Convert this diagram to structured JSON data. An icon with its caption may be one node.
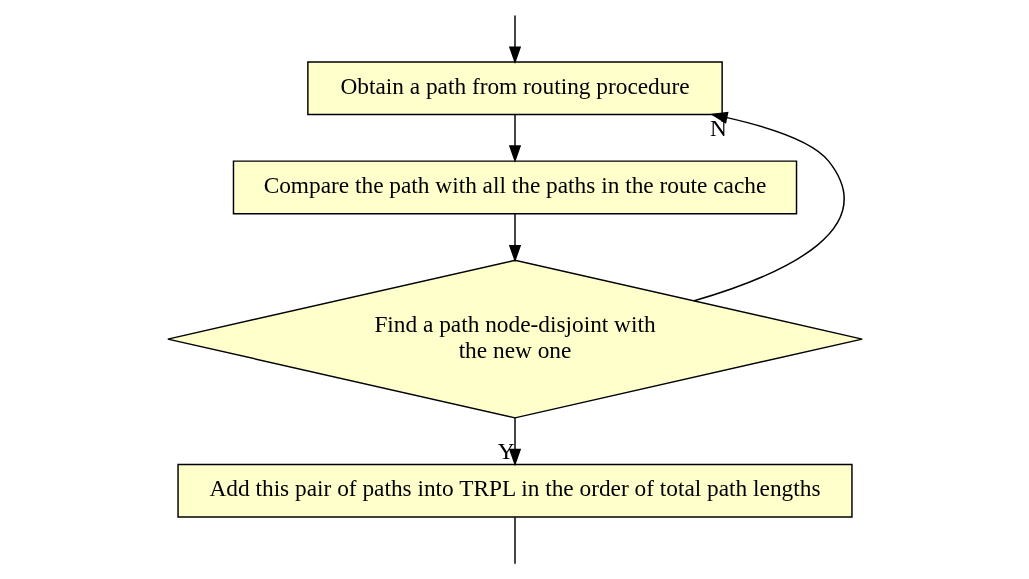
{
  "diagram": {
    "nodes": [
      {
        "text": [
          "Obtain a path from routing procedure"
        ]
      },
      {
        "text": [
          "Compare the path with all the paths in the route cache"
        ]
      },
      {
        "text": [
          "Find a path node-disjoint with the new one"
        ]
      },
      {
        "text": [
          "Add this pair of paths into TRPL in the order of total path lengths"
        ]
      }
    ],
    "edges": [
      {
        "from": null,
        "to": 0,
        "arrow": "to"
      },
      {
        "from": 0,
        "to": 1,
        "arrow": "to"
      },
      {
        "from": 1,
        "to": 2,
        "arrow": "to"
      },
      {
        "from": 2,
        "to": 0,
        "arrow": "to",
        "label": "N"
      },
      {
        "from": 2,
        "to": 3,
        "arrow": "to",
        "label": "Y"
      },
      {
        "from": 3,
        "to": null,
        "arrow": "none"
      }
    ]
  }
}
